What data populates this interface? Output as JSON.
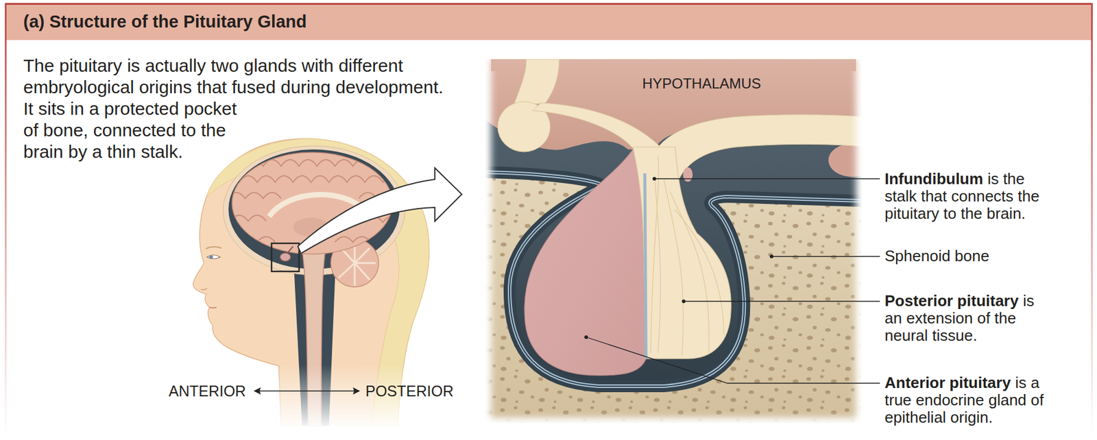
{
  "diagram": {
    "title": "(a) Structure of the Pituitary Gland",
    "labels": [
      "The pituitary is actually two glands with different embryological origins that fused during development. It sits in a protected pocket of bone, connected to the brain by a thin stalk.",
      "HYPOTHALAMUS",
      "Infundibulum",
      "is the stalk that connects the pituitary to the brain.",
      "Sphenoid bone",
      "Posterior pituitary",
      "is an extension of the neural tissue.",
      "Anterior pituitary",
      "is a true endocrine gland of epithelial origin.",
      "ANTERIOR",
      "POSTERIOR"
    ]
  }
}
